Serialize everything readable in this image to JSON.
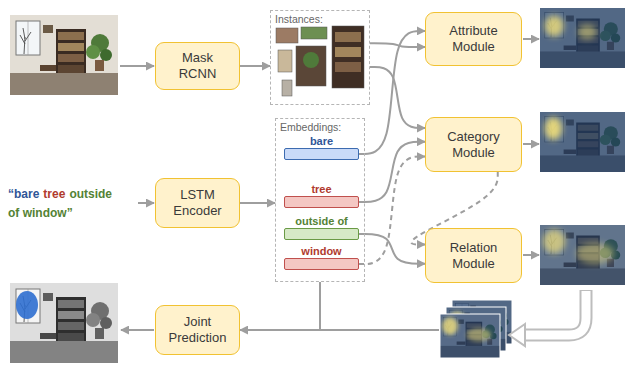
{
  "diagram": {
    "nodes": [
      {
        "text": [
          "Mask RCNN"
        ]
      },
      {
        "text": [
          "Instances:"
        ]
      },
      {
        "text": [
          "Attribute Module"
        ]
      },
      {
        "text": [
          "Category Module"
        ]
      },
      {
        "text": [
          "LSTM Encoder"
        ]
      },
      {
        "text": [
          "Embeddings:"
        ]
      },
      {
        "text": [
          "bare"
        ],
        "in": 5
      },
      {
        "text": [
          "tree"
        ],
        "in": 5
      },
      {
        "text": [
          "outside of"
        ],
        "in": 5
      },
      {
        "text": [
          "window"
        ],
        "in": 5
      },
      {
        "text": [
          "Relation Module"
        ]
      },
      {
        "text": [
          "Joint Prediction"
        ]
      }
    ],
    "edges": [
      {
        "from": 0,
        "to": 1,
        "arrow": "to"
      },
      {
        "from": 4,
        "to": 5,
        "arrow": "to"
      },
      {
        "from": 1,
        "to": 2,
        "arrow": "to"
      },
      {
        "from": 1,
        "to": 3,
        "arrow": "to"
      },
      {
        "from": 6,
        "to": 2,
        "arrow": "to"
      },
      {
        "from": 7,
        "to": 3,
        "arrow": "to"
      },
      {
        "from": 9,
        "to": 3,
        "arrow": "to"
      },
      {
        "from": 3,
        "to": 10,
        "arrow": "to"
      },
      {
        "from": 8,
        "to": 10,
        "arrow": "to"
      },
      {
        "from": 5,
        "to": 11,
        "arrow": "to"
      }
    ],
    "labels": [
      "“bare",
      "tree",
      "outside",
      "of window”"
    ]
  }
}
